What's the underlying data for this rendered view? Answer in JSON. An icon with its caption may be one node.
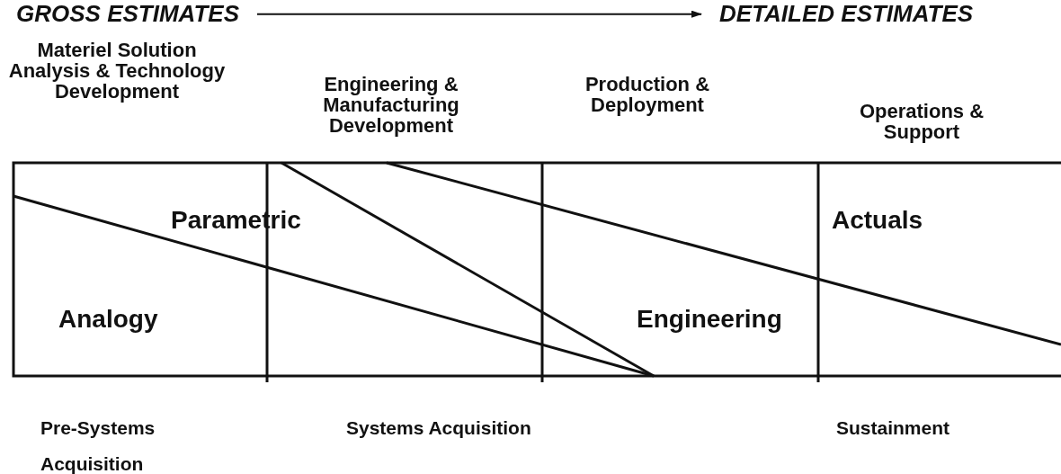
{
  "diagram": {
    "nodes": [
      {
        "text": [
          "GROSS ESTIMATES"
        ]
      },
      {
        "text": [
          "DETAILED ESTIMATES"
        ]
      }
    ],
    "edges": [
      {
        "from": 0,
        "to": 1,
        "arrow": "to"
      }
    ],
    "labels": [
      "Materiel Solution Analysis & Technology Development",
      "Engineering & Manufacturing Development",
      "Production & Deployment",
      "Operations & Support",
      "Parametric",
      "Actuals",
      "Analogy",
      "Engineering",
      "Pre-Systems Acquisition",
      "Systems Acquisition",
      "Sustainment"
    ]
  }
}
